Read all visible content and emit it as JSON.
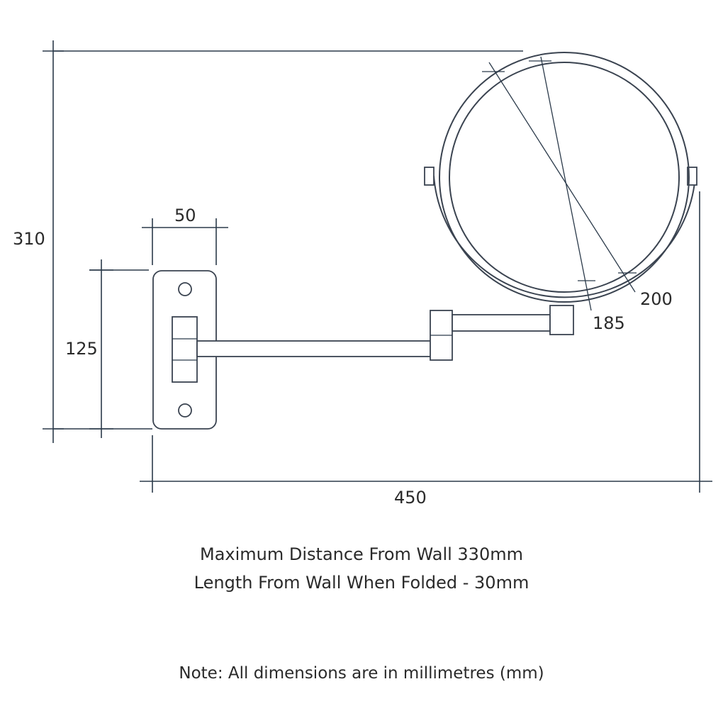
{
  "dimensions": {
    "overall_height": "310",
    "plate_height": "125",
    "plate_width": "50",
    "overall_width": "450",
    "mirror_inner_diameter": "185",
    "mirror_outer_diameter": "200"
  },
  "notes": {
    "max_distance": "Maximum Distance From Wall 330mm",
    "folded_length": "Length From Wall When Folded - 30mm",
    "units_note": "Note: All dimensions are in millimetres (mm)"
  },
  "colors": {
    "line": "#2b3a4a",
    "text": "#2a2a2a",
    "background": "#ffffff"
  }
}
